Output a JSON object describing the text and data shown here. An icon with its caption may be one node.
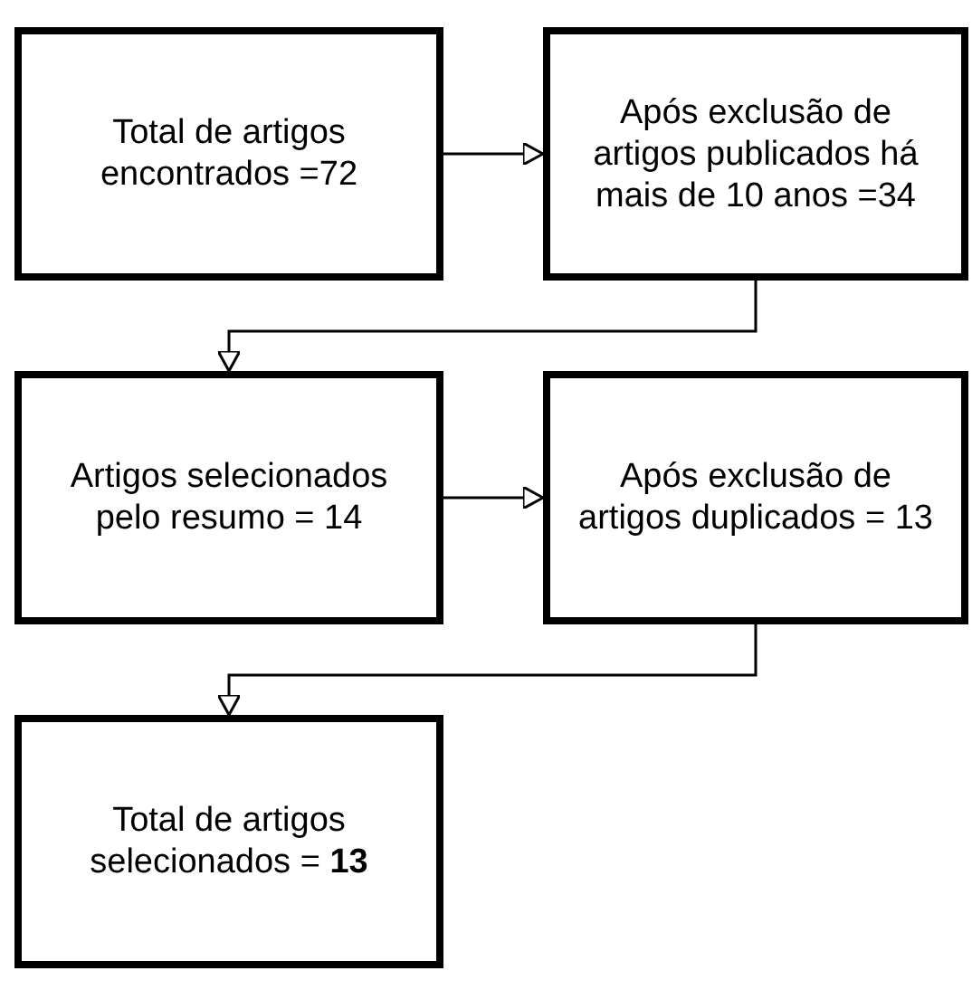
{
  "diagram": {
    "nodes": [
      {
        "text": [
          "Total de artigos encontrados =72"
        ]
      },
      {
        "text": [
          "Após exclusão de artigos publicados há mais de 10 anos =34"
        ]
      },
      {
        "text": [
          "Artigos selecionados pelo resumo = 14"
        ]
      },
      {
        "text": [
          "Após exclusão de artigos duplicados = 13"
        ]
      },
      {
        "text": [
          "Total de artigos selecionados = **13**"
        ]
      }
    ],
    "edges": [
      {
        "from": 0,
        "to": 1,
        "arrow": "to"
      },
      {
        "from": 1,
        "to": 2,
        "arrow": "to"
      },
      {
        "from": 2,
        "to": 3,
        "arrow": "to"
      },
      {
        "from": 3,
        "to": 4,
        "arrow": "to"
      }
    ]
  }
}
